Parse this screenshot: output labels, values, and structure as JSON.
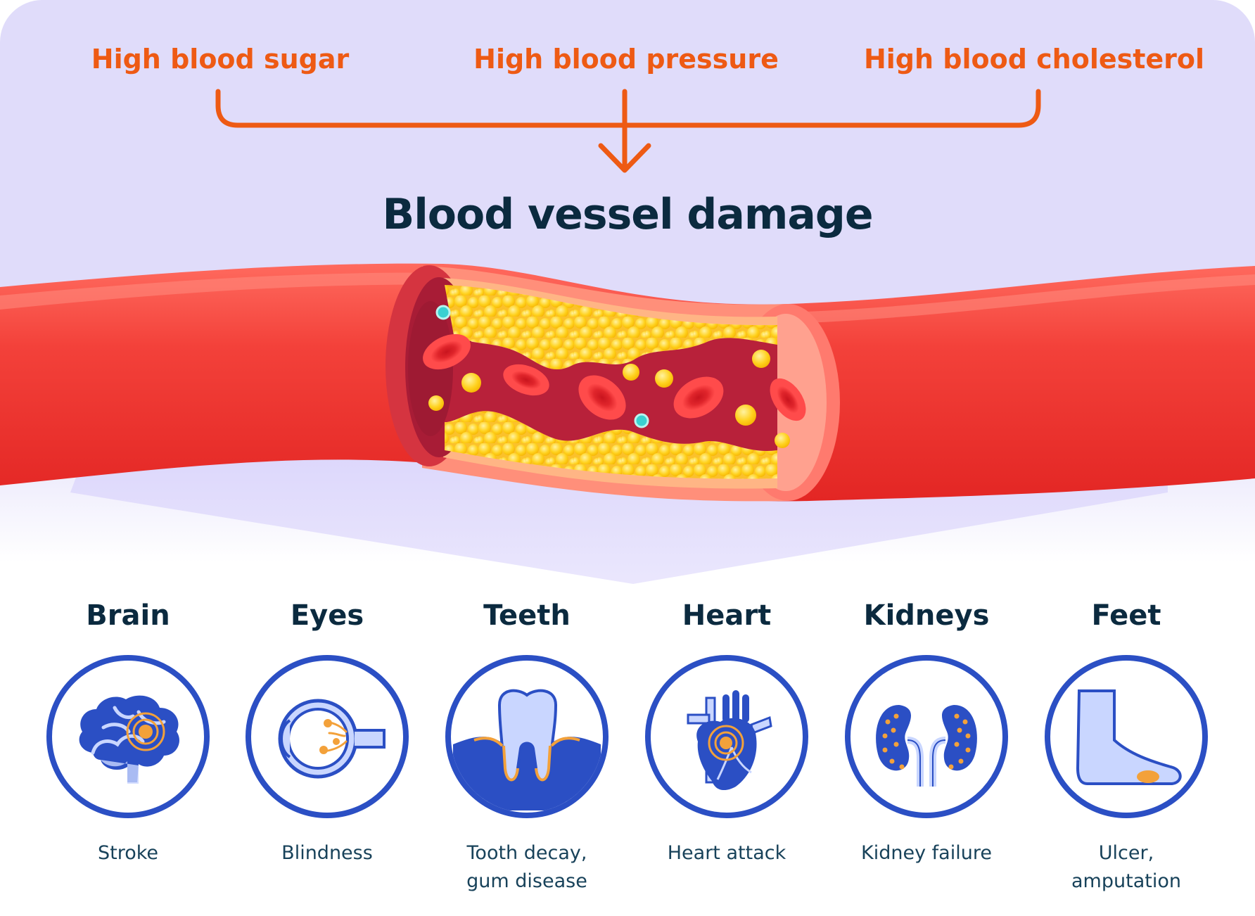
{
  "causes": [
    {
      "label": "High blood sugar"
    },
    {
      "label": "High blood pressure"
    },
    {
      "label": "High blood cholesterol"
    }
  ],
  "title": "Blood vessel damage",
  "organs": [
    {
      "name": "Brain",
      "effect": "Stroke",
      "icon": "brain-icon"
    },
    {
      "name": "Eyes",
      "effect": "Blindness",
      "icon": "eye-icon"
    },
    {
      "name": "Teeth",
      "effect": "Tooth decay,\ngum disease",
      "icon": "tooth-icon"
    },
    {
      "name": "Heart",
      "effect": "Heart attack",
      "icon": "heart-icon"
    },
    {
      "name": "Kidneys",
      "effect": "Kidney failure",
      "icon": "kidneys-icon"
    },
    {
      "name": "Feet",
      "effect": "Ulcer,\namputation",
      "icon": "foot-icon"
    }
  ],
  "colors": {
    "accent": "#ee5a14",
    "heading": "#0b2a3f",
    "icon_blue": "#2b4fc4",
    "background": "#e0dcfa",
    "vessel_red": "#e8302c"
  }
}
